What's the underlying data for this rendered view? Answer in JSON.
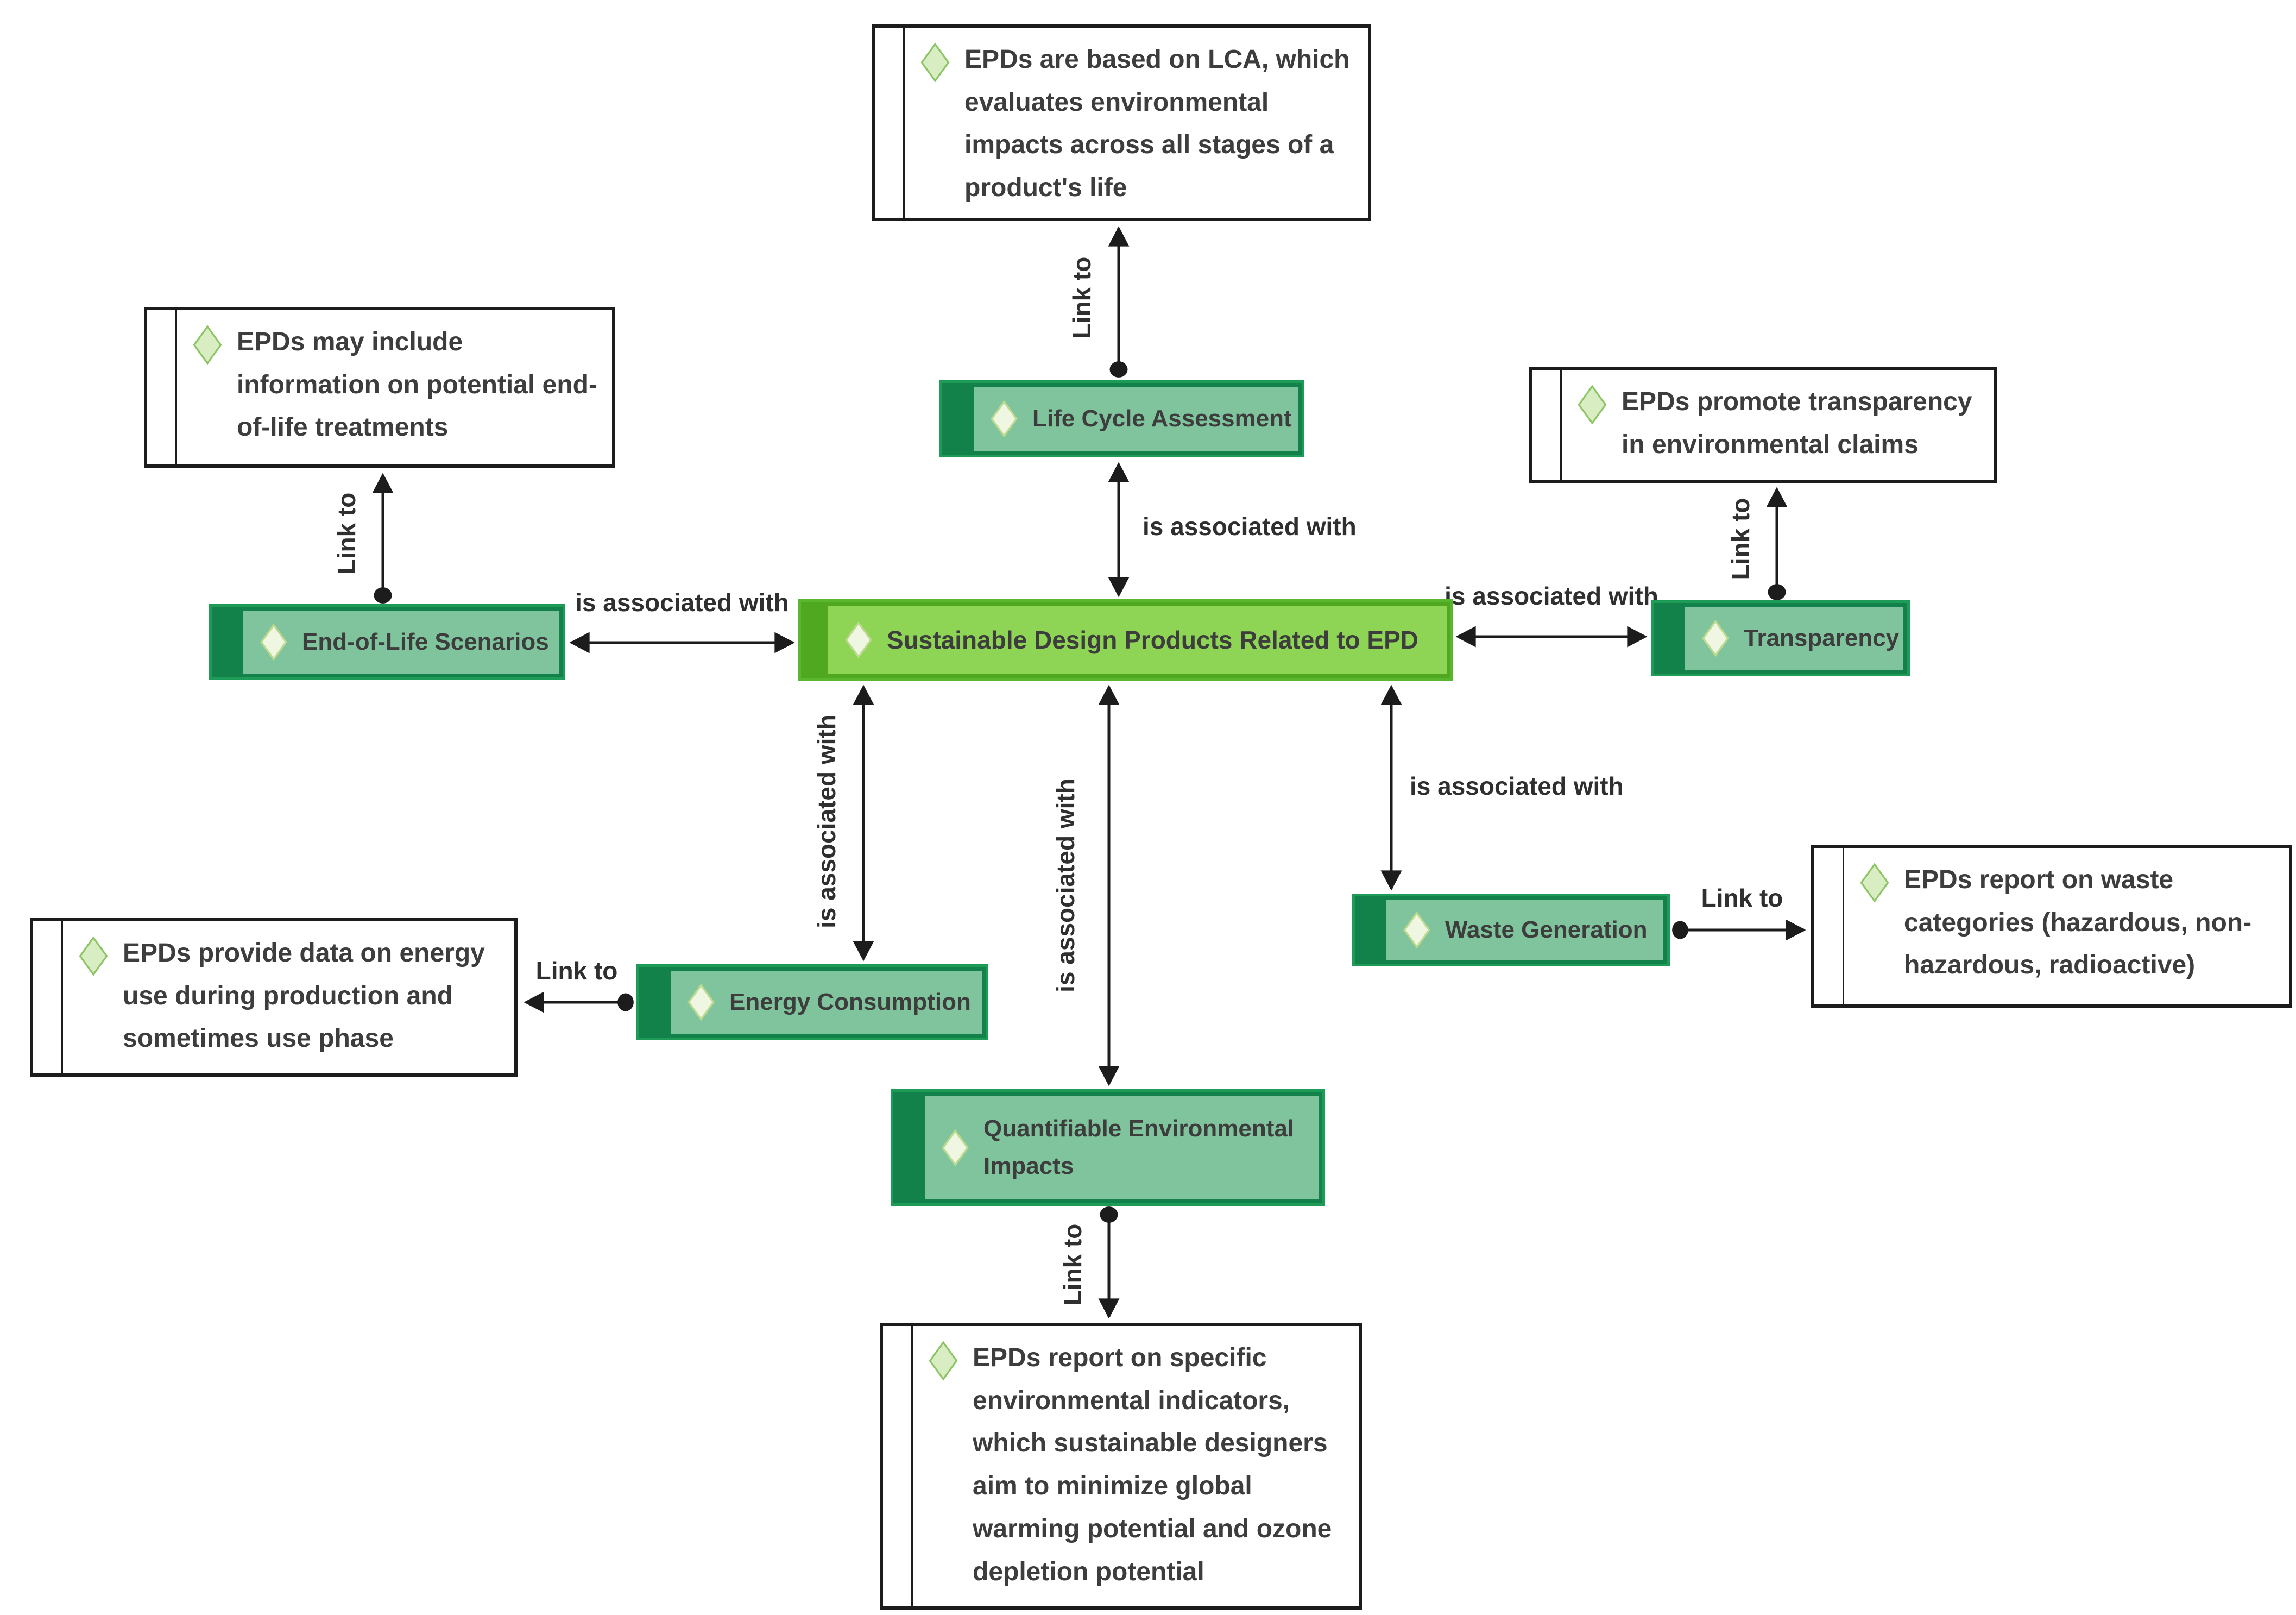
{
  "diagram": {
    "central": {
      "label": "Sustainable Design Products Related to EPD"
    },
    "concepts": {
      "lca": {
        "label": "Life Cycle Assessment"
      },
      "eol": {
        "label": "End-of-Life Scenarios"
      },
      "transparency": {
        "label": "Transparency"
      },
      "energy": {
        "label": "Energy Consumption"
      },
      "waste": {
        "label": "Waste Generation"
      },
      "impacts": {
        "label": "Quantifiable Environmental Impacts"
      }
    },
    "notes": {
      "lca": {
        "text": "EPDs are based on LCA, which evaluates environmental impacts across all stages of a product's life"
      },
      "eol": {
        "text": "EPDs may include information on potential end-of-life treatments"
      },
      "transparency": {
        "text": "EPDs promote transparency in environmental claims"
      },
      "energy": {
        "text": "EPDs provide data on energy use during production and sometimes use phase"
      },
      "waste": {
        "text": "EPDs report on waste categories (hazardous, non-hazardous, radioactive)"
      },
      "impacts": {
        "text": "EPDs report on specific environmental indicators, which sustainable designers aim to minimize global warming potential and ozone depletion potential"
      }
    },
    "edge_labels": {
      "association": "is associated with",
      "link": "Link to"
    },
    "relations": [
      {
        "from": "Sustainable Design Products Related to EPD",
        "to": "Life Cycle Assessment",
        "label": "is associated with"
      },
      {
        "from": "Sustainable Design Products Related to EPD",
        "to": "End-of-Life Scenarios",
        "label": "is associated with"
      },
      {
        "from": "Sustainable Design Products Related to EPD",
        "to": "Transparency",
        "label": "is associated with"
      },
      {
        "from": "Sustainable Design Products Related to EPD",
        "to": "Energy Consumption",
        "label": "is associated with"
      },
      {
        "from": "Sustainable Design Products Related to EPD",
        "to": "Quantifiable Environmental Impacts",
        "label": "is associated with"
      },
      {
        "from": "Sustainable Design Products Related to EPD",
        "to": "Waste Generation",
        "label": "is associated with"
      },
      {
        "from": "Life Cycle Assessment",
        "to": "note",
        "label": "Link to"
      },
      {
        "from": "End-of-Life Scenarios",
        "to": "note",
        "label": "Link to"
      },
      {
        "from": "Transparency",
        "to": "note",
        "label": "Link to"
      },
      {
        "from": "Energy Consumption",
        "to": "note",
        "label": "Link to"
      },
      {
        "from": "Waste Generation",
        "to": "note",
        "label": "Link to"
      },
      {
        "from": "Quantifiable Environmental Impacts",
        "to": "note",
        "label": "Link to"
      }
    ],
    "icons": {
      "node_bullet": "diamond-icon",
      "note_bullet": "diamond-icon"
    },
    "colors": {
      "central_fill": "#8ed455",
      "central_strip": "#4fa81f",
      "central_border": "#5ab62e",
      "concept_fill": "#7fc49d",
      "concept_strip": "#12824a",
      "concept_border": "#1e9c57",
      "node_diamond_fill": "#eff7e3",
      "note_diamond_fill": "#d8eec2",
      "note_border": "#1c1c1c",
      "connector": "#1c1c1c",
      "text": "#3d3d3d",
      "background": "#ffffff"
    }
  }
}
